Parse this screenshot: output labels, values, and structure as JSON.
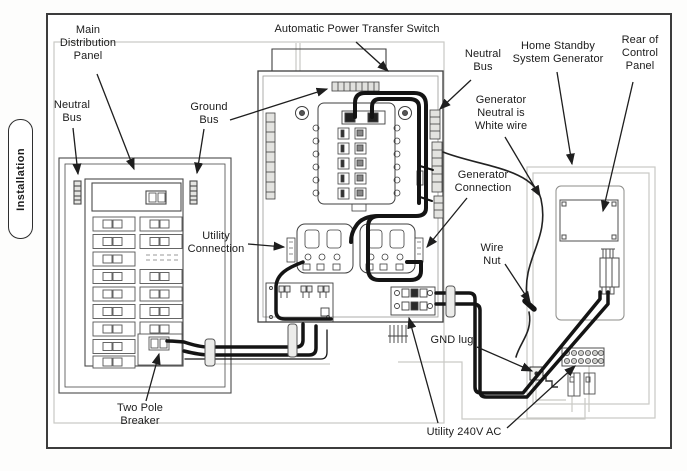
{
  "figure": {
    "side_tab": "Installation",
    "callouts": {
      "main_distribution_panel": "Main\nDistribution\nPanel",
      "automatic_power_transfer_switch": "Automatic Power Transfer Switch",
      "neutral_bus_left": "Neutral\nBus",
      "ground_bus": "Ground\nBus",
      "neutral_bus_right": "Neutral\nBus",
      "home_standby_system_generator": "Home Standby\nSystem Generator",
      "rear_of_control_panel": "Rear of\nControl\nPanel",
      "generator_neutral_is_white_wire": "Generator\nNeutral is\nWhite wire",
      "generator_connection": "Generator\nConnection",
      "utility_connection": "Utility\nConnection",
      "wire_nut": "Wire\nNut",
      "gnd_lug": "GND lug",
      "utility_240v_ac": "Utility 240V AC",
      "two_pole_breaker": "Two Pole\nBreaker"
    },
    "colors": {
      "outline": "#3f3f3f",
      "cable": "#141414",
      "wall_gray": "#c6c6c3",
      "paper": "#ffffff"
    }
  }
}
